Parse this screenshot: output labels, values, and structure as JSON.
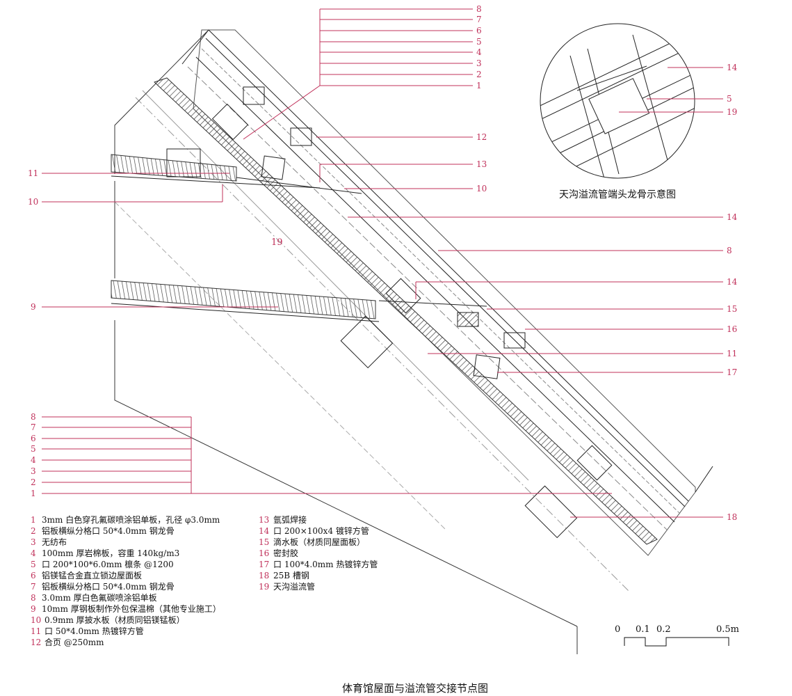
{
  "colors": {
    "leader": "#c0305a",
    "line": "#222222",
    "insulation": "#555555"
  },
  "left_top_labels": [
    "8",
    "7",
    "6",
    "5",
    "4",
    "3",
    "2",
    "1"
  ],
  "left_bottom_labels": [
    "8",
    "7",
    "6",
    "5",
    "4",
    "3",
    "2",
    "1"
  ],
  "left_misc_labels": {
    "l11": "11",
    "l10": "10",
    "l9": "9",
    "l19": "19"
  },
  "right_labels": {
    "r12": "12",
    "r13": "13",
    "r10": "10",
    "r14a": "14",
    "r8": "8",
    "r14b": "14",
    "r15": "15",
    "r16": "16",
    "r11": "11",
    "r17": "17",
    "r18": "18"
  },
  "inset": {
    "caption": "天沟溢流管端头龙骨示意图",
    "labels": {
      "i14": "14",
      "i5": "5",
      "i19": "19"
    }
  },
  "notes_left": [
    {
      "num": "1",
      "text": "3mm 白色穿孔氟碳喷涂铝单板，孔径 φ3.0mm"
    },
    {
      "num": "2",
      "text": "铝板横纵分格口 50*4.0mm 钢龙骨"
    },
    {
      "num": "3",
      "text": "无纺布"
    },
    {
      "num": "4",
      "text": "100mm 厚岩棉板，容重 140kg/m3"
    },
    {
      "num": "5",
      "text": "口 200*100*6.0mm 檩条 @1200"
    },
    {
      "num": "6",
      "text": "铝镁锰合金直立锁边屋面板"
    },
    {
      "num": "7",
      "text": "铝板横纵分格口 50*4.0mm 钢龙骨"
    },
    {
      "num": "8",
      "text": "3.0mm 厚白色氟碳喷涂铝单板"
    },
    {
      "num": "9",
      "text": "10mm 厚钢板制作外包保温棉（其他专业施工）"
    },
    {
      "num": "10",
      "text": "0.9mm 厚披水板（材质同铝镁锰板）"
    },
    {
      "num": "11",
      "text": "口 50*4.0mm 热镀锌方管"
    },
    {
      "num": "12",
      "text": "合页 @250mm"
    }
  ],
  "notes_right": [
    {
      "num": "13",
      "text": "氩弧焊接"
    },
    {
      "num": "14",
      "text": "口 200×100x4 镀锌方管"
    },
    {
      "num": "15",
      "text": "滴水板（材质同屋面板）"
    },
    {
      "num": "16",
      "text": "密封胶"
    },
    {
      "num": "17",
      "text": "口 100*4.0mm 热镀锌方管"
    },
    {
      "num": "18",
      "text": "25B 槽钢"
    },
    {
      "num": "19",
      "text": "天沟溢流管"
    }
  ],
  "scale": {
    "t0": "0",
    "t1": "0.1",
    "t2": "0.2",
    "t3": "0.5m"
  },
  "main_title": "体育馆屋面与溢流管交接节点图"
}
